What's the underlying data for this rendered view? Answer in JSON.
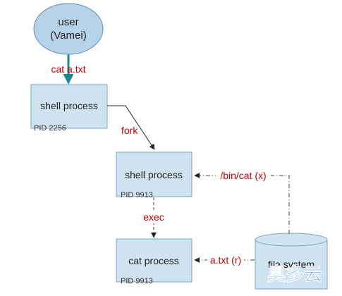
{
  "nodes": {
    "user": {
      "line1": "user",
      "line2": "(Vamei)"
    },
    "shell1": {
      "label": "shell process",
      "pid": "PID 2256"
    },
    "shell2": {
      "label": "shell process",
      "pid": "PID 9913"
    },
    "cat": {
      "label": "cat process",
      "pid": "PID 9913"
    },
    "filesystem": {
      "label": "file system"
    }
  },
  "edges": {
    "command": "cat a.txt",
    "fork": "fork",
    "exec": "exec",
    "bin_cat": "/bin/cat (x)",
    "a_txt": "a.txt (r)"
  },
  "watermark": "奥多云",
  "colors": {
    "box_fill": "#cfe3f0",
    "box_stroke": "#7aa6c2",
    "ellipse_fill": "#b7d3e9",
    "ellipse_stroke": "#5c8fb3",
    "edge_label": "#c00000",
    "arrow_teal": "#1a8a8a",
    "line": "#222222",
    "dashed_line": "#444444",
    "watermark": "#1f6fd6"
  }
}
